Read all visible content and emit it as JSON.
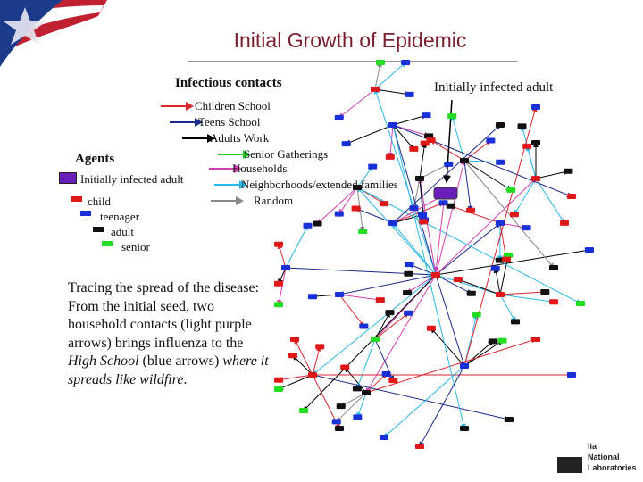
{
  "title": "Initial Growth of Epidemic",
  "contacts": {
    "heading": "Infectious contacts",
    "items": [
      {
        "label": "Children School",
        "color": "#d8262c"
      },
      {
        "label": "Teens School",
        "color": "#1a2a8a"
      },
      {
        "label": "Adults Work",
        "color": "#000000"
      },
      {
        "label": "Senior Gatherings",
        "color": "#22cc22"
      },
      {
        "label": "Households",
        "color": "#d43fb0"
      },
      {
        "label": "Neighborhoods/extended families",
        "color": "#2ab8e8"
      },
      {
        "label": "Random",
        "color": "#888888"
      }
    ]
  },
  "agents": {
    "heading": "Agents",
    "items": [
      {
        "label": "Initially infected adult",
        "color": "#6a1fb8"
      },
      {
        "label": "child",
        "color": "#e01818"
      },
      {
        "label": "teenager",
        "color": "#1830d8"
      },
      {
        "label": "adult",
        "color": "#111111"
      },
      {
        "label": "senior",
        "color": "#22dd22"
      }
    ]
  },
  "annotation": "Initially infected adult",
  "description": {
    "part1": "Tracing the spread of the disease: From the initial seed, two household contacts (light purple arrows) brings influenza to the ",
    "part2": "High School",
    "part3": " (blue arrows) ",
    "part4": "where it spreads like wildfire",
    "part5": "."
  },
  "logo": {
    "line1": "lia",
    "line2": "National",
    "line3": "Laboratories"
  }
}
